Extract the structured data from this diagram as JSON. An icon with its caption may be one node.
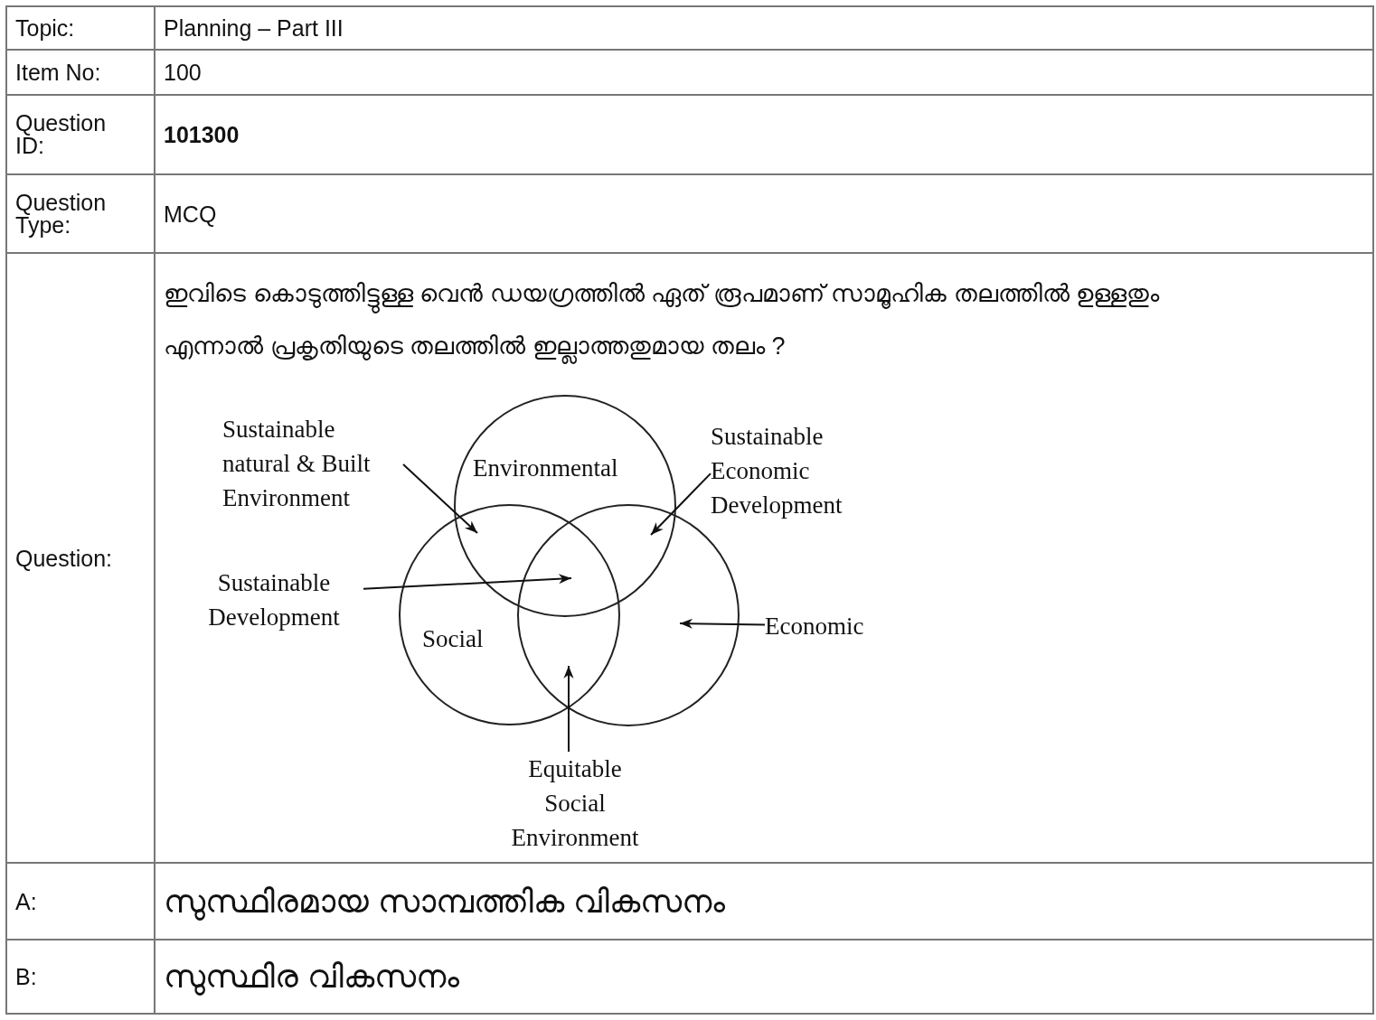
{
  "diagram": {
    "nodes": [
      {
        "text": [
          "Environmental"
        ]
      },
      {
        "text": [
          "Social"
        ]
      },
      {
        "text": [],
        "shape": "circle"
      },
      {
        "text": [
          "Sustainable natural & Built Environment"
        ]
      },
      {
        "text": [
          "Sustainable Economic Development"
        ]
      },
      {
        "text": [
          "Sustainable Development"
        ]
      },
      {
        "text": [
          "Economic"
        ]
      },
      {
        "text": [
          "Equitable Social Environment"
        ]
      }
    ],
    "edges": [
      {
        "from": 3,
        "to": 1,
        "arrow": "to"
      },
      {
        "from": 4,
        "to": 0,
        "arrow": "to"
      },
      {
        "from": 5,
        "to": 1,
        "arrow": "to"
      },
      {
        "from": 6,
        "to": 2,
        "arrow": "to"
      },
      {
        "from": 7,
        "to": 1,
        "arrow": "to"
      }
    ],
    "labels": [
      "Topic:",
      "Planning – Part III",
      "Item No:",
      "100",
      "Question ID:",
      "101300",
      "Question Type:",
      "MCQ",
      "Question:",
      "ഇവിടെ കൊടുത്തിട്ടുള്ള വെൻ ഡയഗ്രത്തിൽ ഏത് രൂപമാണ് സാമൂഹിക തലത്തിൽ ഉള്ളതും എന്നാൽ പ്രകൃതിയുടെ തലത്തിൽ ഇല്ലാത്തതുമായ തലം ?",
      "A:",
      "സുസ്ഥിരമായ സാമ്പത്തിക വികസനം",
      "B:",
      "സുസ്ഥിര വികസനം"
    ]
  }
}
